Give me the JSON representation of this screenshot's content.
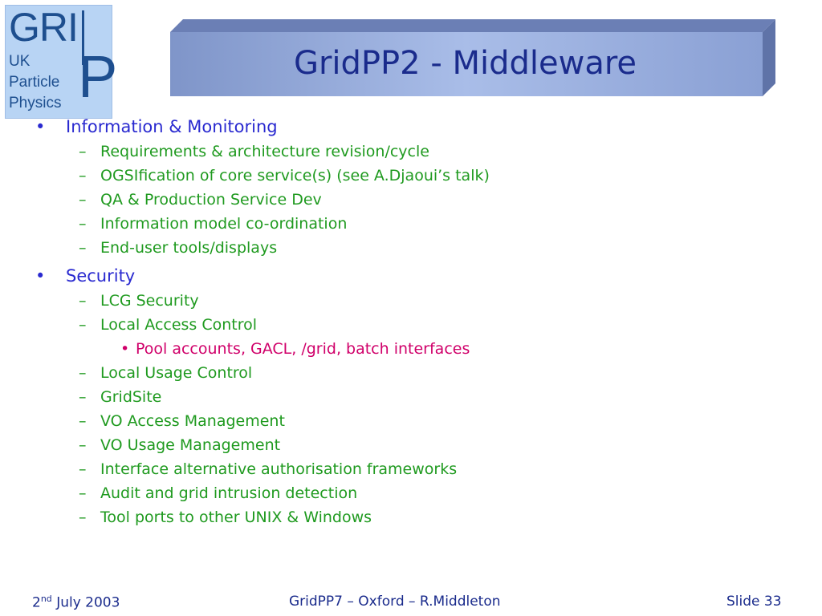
{
  "logo": {
    "grid": "GRI",
    "p": "P",
    "lines": [
      "UK",
      "Particle",
      "Physics"
    ]
  },
  "title": "GridPP2 - Middleware",
  "colors": {
    "title": "#1a2b8c",
    "level1": "#2a2ad0",
    "level2": "#1f9a1f",
    "level3": "#d0006a",
    "banner": "#98aee0"
  },
  "bullets": [
    {
      "level": 1,
      "marker": "•",
      "text": "Information & Monitoring"
    },
    {
      "level": 2,
      "marker": "–",
      "text": "Requirements & architecture revision/cycle"
    },
    {
      "level": 2,
      "marker": "–",
      "text": "OGSIfication of core service(s) (see A.Djaoui’s talk)"
    },
    {
      "level": 2,
      "marker": "–",
      "text": "QA & Production Service Dev"
    },
    {
      "level": 2,
      "marker": "–",
      "text": "Information model co-ordination"
    },
    {
      "level": 2,
      "marker": "–",
      "text": "End-user tools/displays"
    },
    {
      "level": 1,
      "marker": "•",
      "text": "Security"
    },
    {
      "level": 2,
      "marker": "–",
      "text": "LCG Security"
    },
    {
      "level": 2,
      "marker": "–",
      "text": "Local Access Control"
    },
    {
      "level": 3,
      "marker": "•",
      "text": "Pool accounts, GACL, /grid, batch interfaces"
    },
    {
      "level": 2,
      "marker": "–",
      "text": "Local Usage Control"
    },
    {
      "level": 2,
      "marker": "–",
      "text": "GridSite"
    },
    {
      "level": 2,
      "marker": "–",
      "text": "VO Access Management"
    },
    {
      "level": 2,
      "marker": "–",
      "text": "VO Usage Management"
    },
    {
      "level": 2,
      "marker": "–",
      "text": "Interface alternative authorisation frameworks"
    },
    {
      "level": 2,
      "marker": "–",
      "text": "Audit and grid intrusion detection"
    },
    {
      "level": 2,
      "marker": "–",
      "text": "Tool ports to other UNIX & Windows"
    }
  ],
  "footer": {
    "date_day": "2",
    "date_sup": "nd",
    "date_rest": " July 2003",
    "center": "GridPP7 – Oxford – R.Middleton",
    "slide": "Slide 33"
  }
}
